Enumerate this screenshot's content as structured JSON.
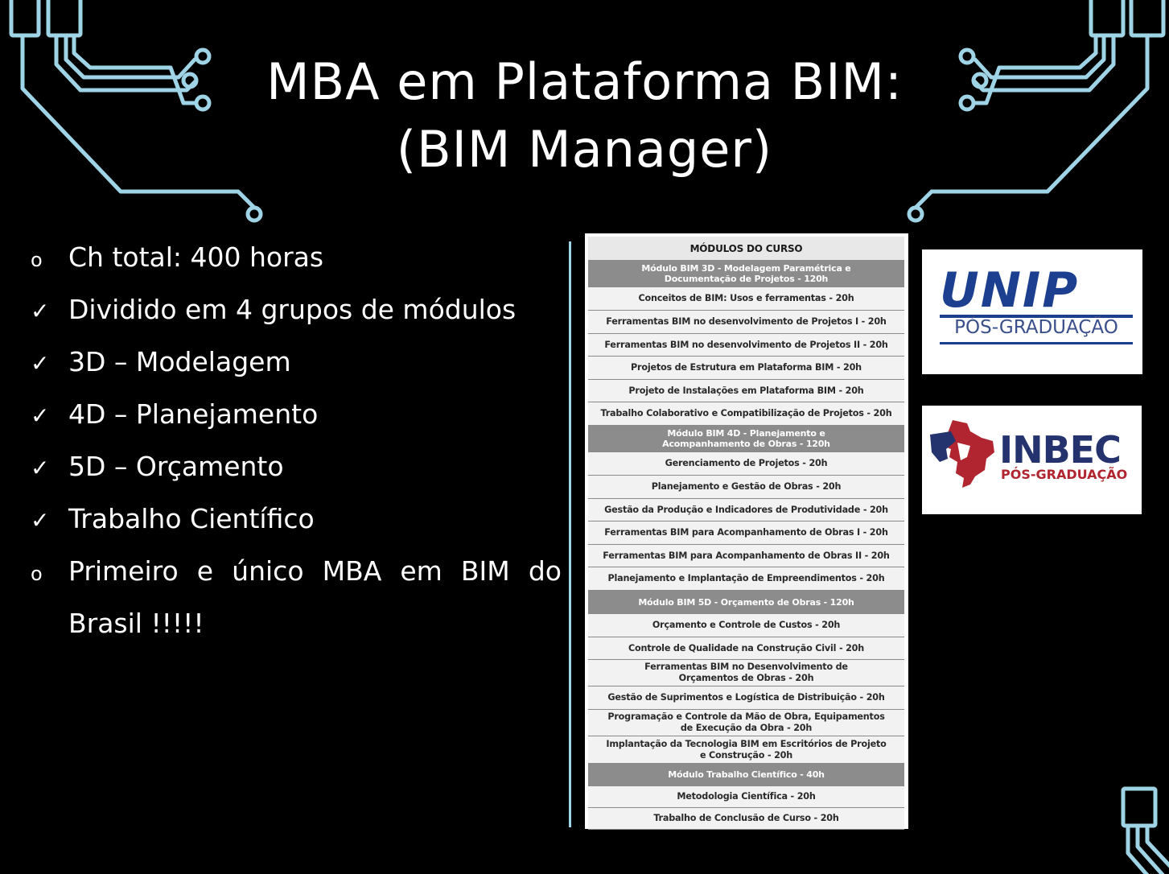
{
  "title": {
    "line1": "MBA em Plataforma BIM:",
    "line2": "(BIM Manager)"
  },
  "bullets": [
    {
      "marker": "o",
      "text": "Ch total: 400 horas"
    },
    {
      "marker": "✓",
      "text": "Dividido em 4 grupos de módulos"
    },
    {
      "marker": "✓",
      "text": "3D – Modelagem"
    },
    {
      "marker": "✓",
      "text": "4D – Planejamento"
    },
    {
      "marker": "✓",
      "text": "5D – Orçamento"
    },
    {
      "marker": "✓",
      "text": "Trabalho Científico"
    },
    {
      "marker": "o",
      "text": "Primeiro e único MBA em BIM do",
      "cont": "Brasil !!!!!"
    }
  ],
  "table": {
    "header": "MÓDULOS DO CURSO",
    "rows": [
      {
        "type": "group",
        "text": "Módulo BIM 3D - Modelagem Paramétrica e\nDocumentação de Projetos - 120h"
      },
      {
        "type": "item",
        "text": "Conceitos de BIM: Usos e ferramentas - 20h"
      },
      {
        "type": "item",
        "text": "Ferramentas BIM no desenvolvimento de Projetos I - 20h"
      },
      {
        "type": "item",
        "text": "Ferramentas BIM no desenvolvimento de Projetos II - 20h"
      },
      {
        "type": "item",
        "text": "Projetos de Estrutura em Plataforma BIM - 20h"
      },
      {
        "type": "item",
        "text": "Projeto de Instalações em Plataforma BIM - 20h"
      },
      {
        "type": "item",
        "text": "Trabalho Colaborativo e Compatibilização de Projetos - 20h"
      },
      {
        "type": "group",
        "text": "Módulo BIM 4D - Planejamento e\nAcompanhamento de Obras - 120h"
      },
      {
        "type": "item",
        "text": "Gerenciamento de Projetos - 20h"
      },
      {
        "type": "item",
        "text": "Planejamento e Gestão de Obras - 20h"
      },
      {
        "type": "item",
        "text": "Gestão da Produção e Indicadores de Produtividade - 20h"
      },
      {
        "type": "item",
        "text": "Ferramentas BIM para Acompanhamento de Obras I - 20h"
      },
      {
        "type": "item",
        "text": "Ferramentas BIM para Acompanhamento de Obras II - 20h"
      },
      {
        "type": "item",
        "text": "Planejamento e Implantação de Empreendimentos - 20h"
      },
      {
        "type": "group",
        "text": "Módulo BIM 5D - Orçamento de Obras - 120h"
      },
      {
        "type": "item",
        "text": "Orçamento e Controle de Custos - 20h"
      },
      {
        "type": "item",
        "text": "Controle de Qualidade na Construção Civil - 20h"
      },
      {
        "type": "item",
        "text": "Ferramentas BIM no Desenvolvimento de\nOrçamentos de Obras - 20h"
      },
      {
        "type": "item",
        "text": "Gestão de Suprimentos e Logística de Distribuição - 20h"
      },
      {
        "type": "item",
        "text": "Programação e Controle da Mão de Obra, Equipamentos\nde Execução da Obra - 20h"
      },
      {
        "type": "item",
        "text": "Implantação da Tecnologia BIM em Escritórios de Projeto\ne Construção - 20h"
      },
      {
        "type": "group",
        "text": "Módulo Trabalho Científico - 40h"
      },
      {
        "type": "item",
        "text": "Metodologia Científica - 20h"
      },
      {
        "type": "item",
        "text": "Trabalho de Conclusão de Curso - 20h"
      }
    ]
  },
  "logos": {
    "unip": {
      "name": "UNIP",
      "sub": "PÓS-GRADUAÇÃO"
    },
    "inbec": {
      "name": "INBEC",
      "sub": "PÓS-GRADUAÇÃO"
    }
  },
  "colors": {
    "background": "#000000",
    "circuit": "#9fd3e6",
    "text": "#ffffff"
  }
}
